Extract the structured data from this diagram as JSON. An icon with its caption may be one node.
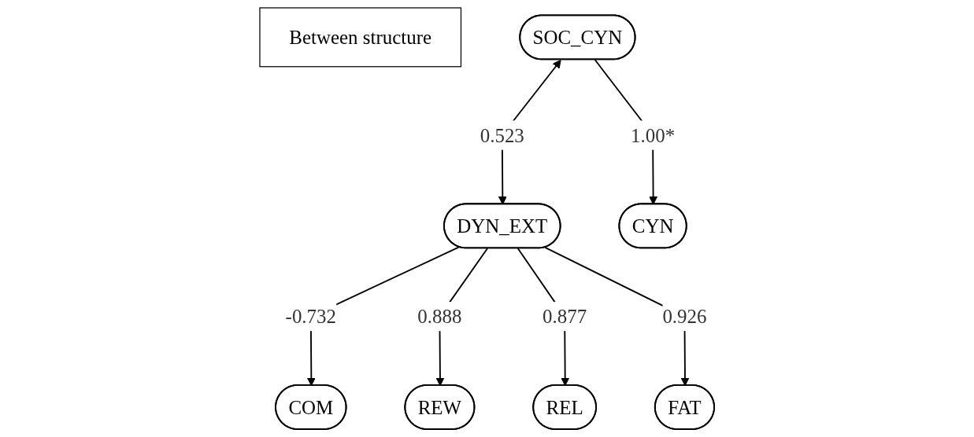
{
  "diagram": {
    "nodes": [
      {
        "text": [
          "Between structure"
        ]
      },
      {
        "text": [
          "SOC_CYN"
        ]
      },
      {
        "text": [
          "DYN_EXT"
        ]
      },
      {
        "text": [
          "CYN"
        ]
      },
      {
        "text": [
          "COM"
        ]
      },
      {
        "text": [
          "REW"
        ]
      },
      {
        "text": [
          "REL"
        ]
      },
      {
        "text": [
          "FAT"
        ]
      }
    ],
    "edges": [
      {
        "from": 1,
        "to": 2,
        "arrow": "both",
        "label": "0.523"
      },
      {
        "from": 1,
        "to": 3,
        "arrow": "to",
        "label": "1.00*"
      },
      {
        "from": 2,
        "to": 4,
        "arrow": "to",
        "label": "-0.732"
      },
      {
        "from": 2,
        "to": 5,
        "arrow": "to",
        "label": "0.888"
      },
      {
        "from": 2,
        "to": 6,
        "arrow": "to",
        "label": "0.877"
      },
      {
        "from": 2,
        "to": 7,
        "arrow": "to",
        "label": "0.926"
      }
    ]
  }
}
